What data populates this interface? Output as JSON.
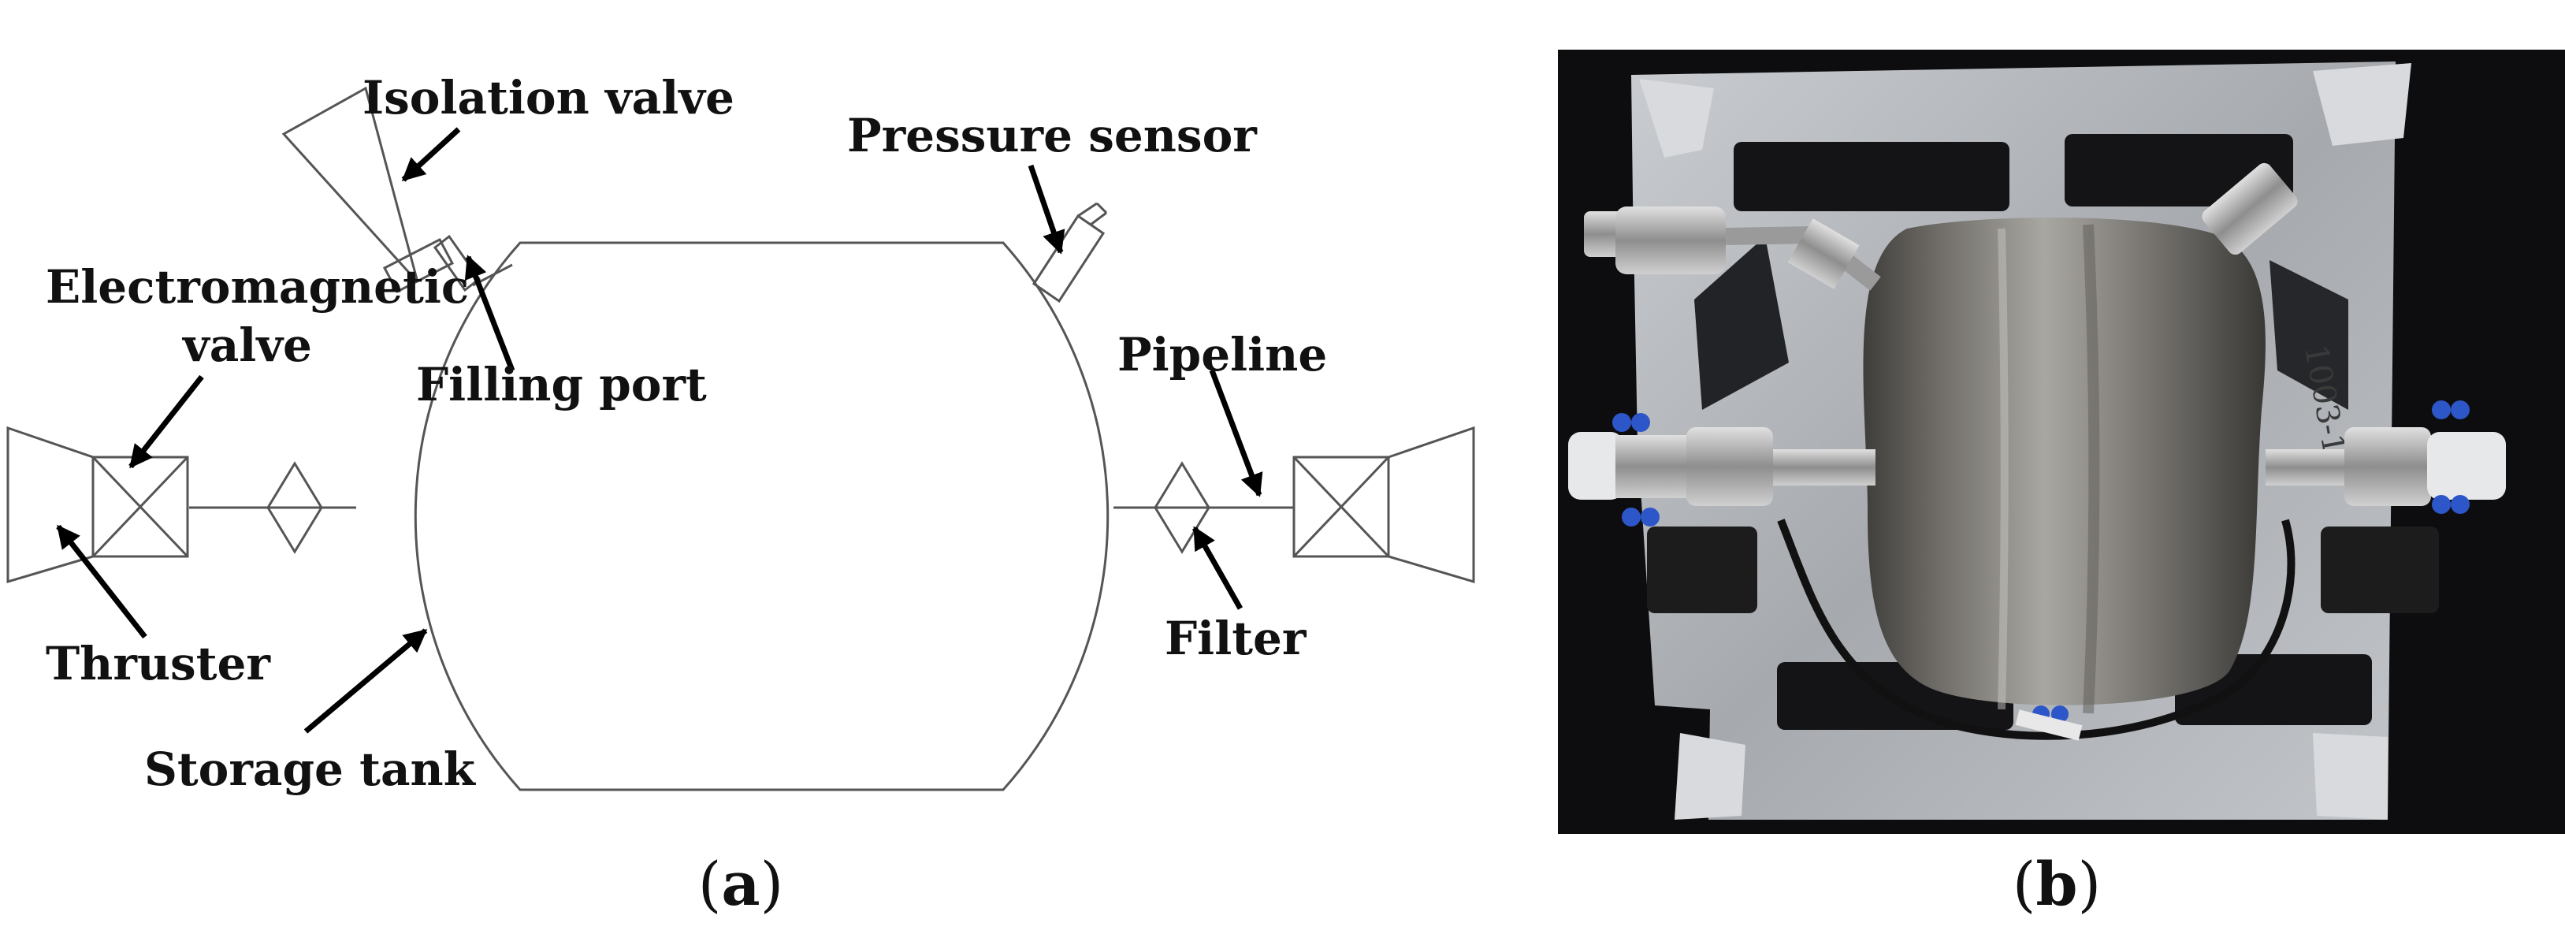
{
  "labels": {
    "isolation_valve": "Isolation valve",
    "pressure_sensor": "Pressure sensor",
    "electromagnetic_1": "Electromagnetic",
    "electromagnetic_2": "valve",
    "filling_port": "Filling port",
    "pipeline": "Pipeline",
    "thruster": "Thruster",
    "filter": "Filter",
    "storage_tank": "Storage tank"
  },
  "captions": {
    "a_open": "(",
    "a_letter": "a",
    "a_close": ")",
    "b_open": "(",
    "b_letter": "b",
    "b_close": ")"
  },
  "colors": {
    "line": "#555555",
    "arrow": "#000000",
    "text": "#111111",
    "photo_bg": "#0d0d0f",
    "frame": "#b9bcc0",
    "tank": "#8c8a86"
  }
}
